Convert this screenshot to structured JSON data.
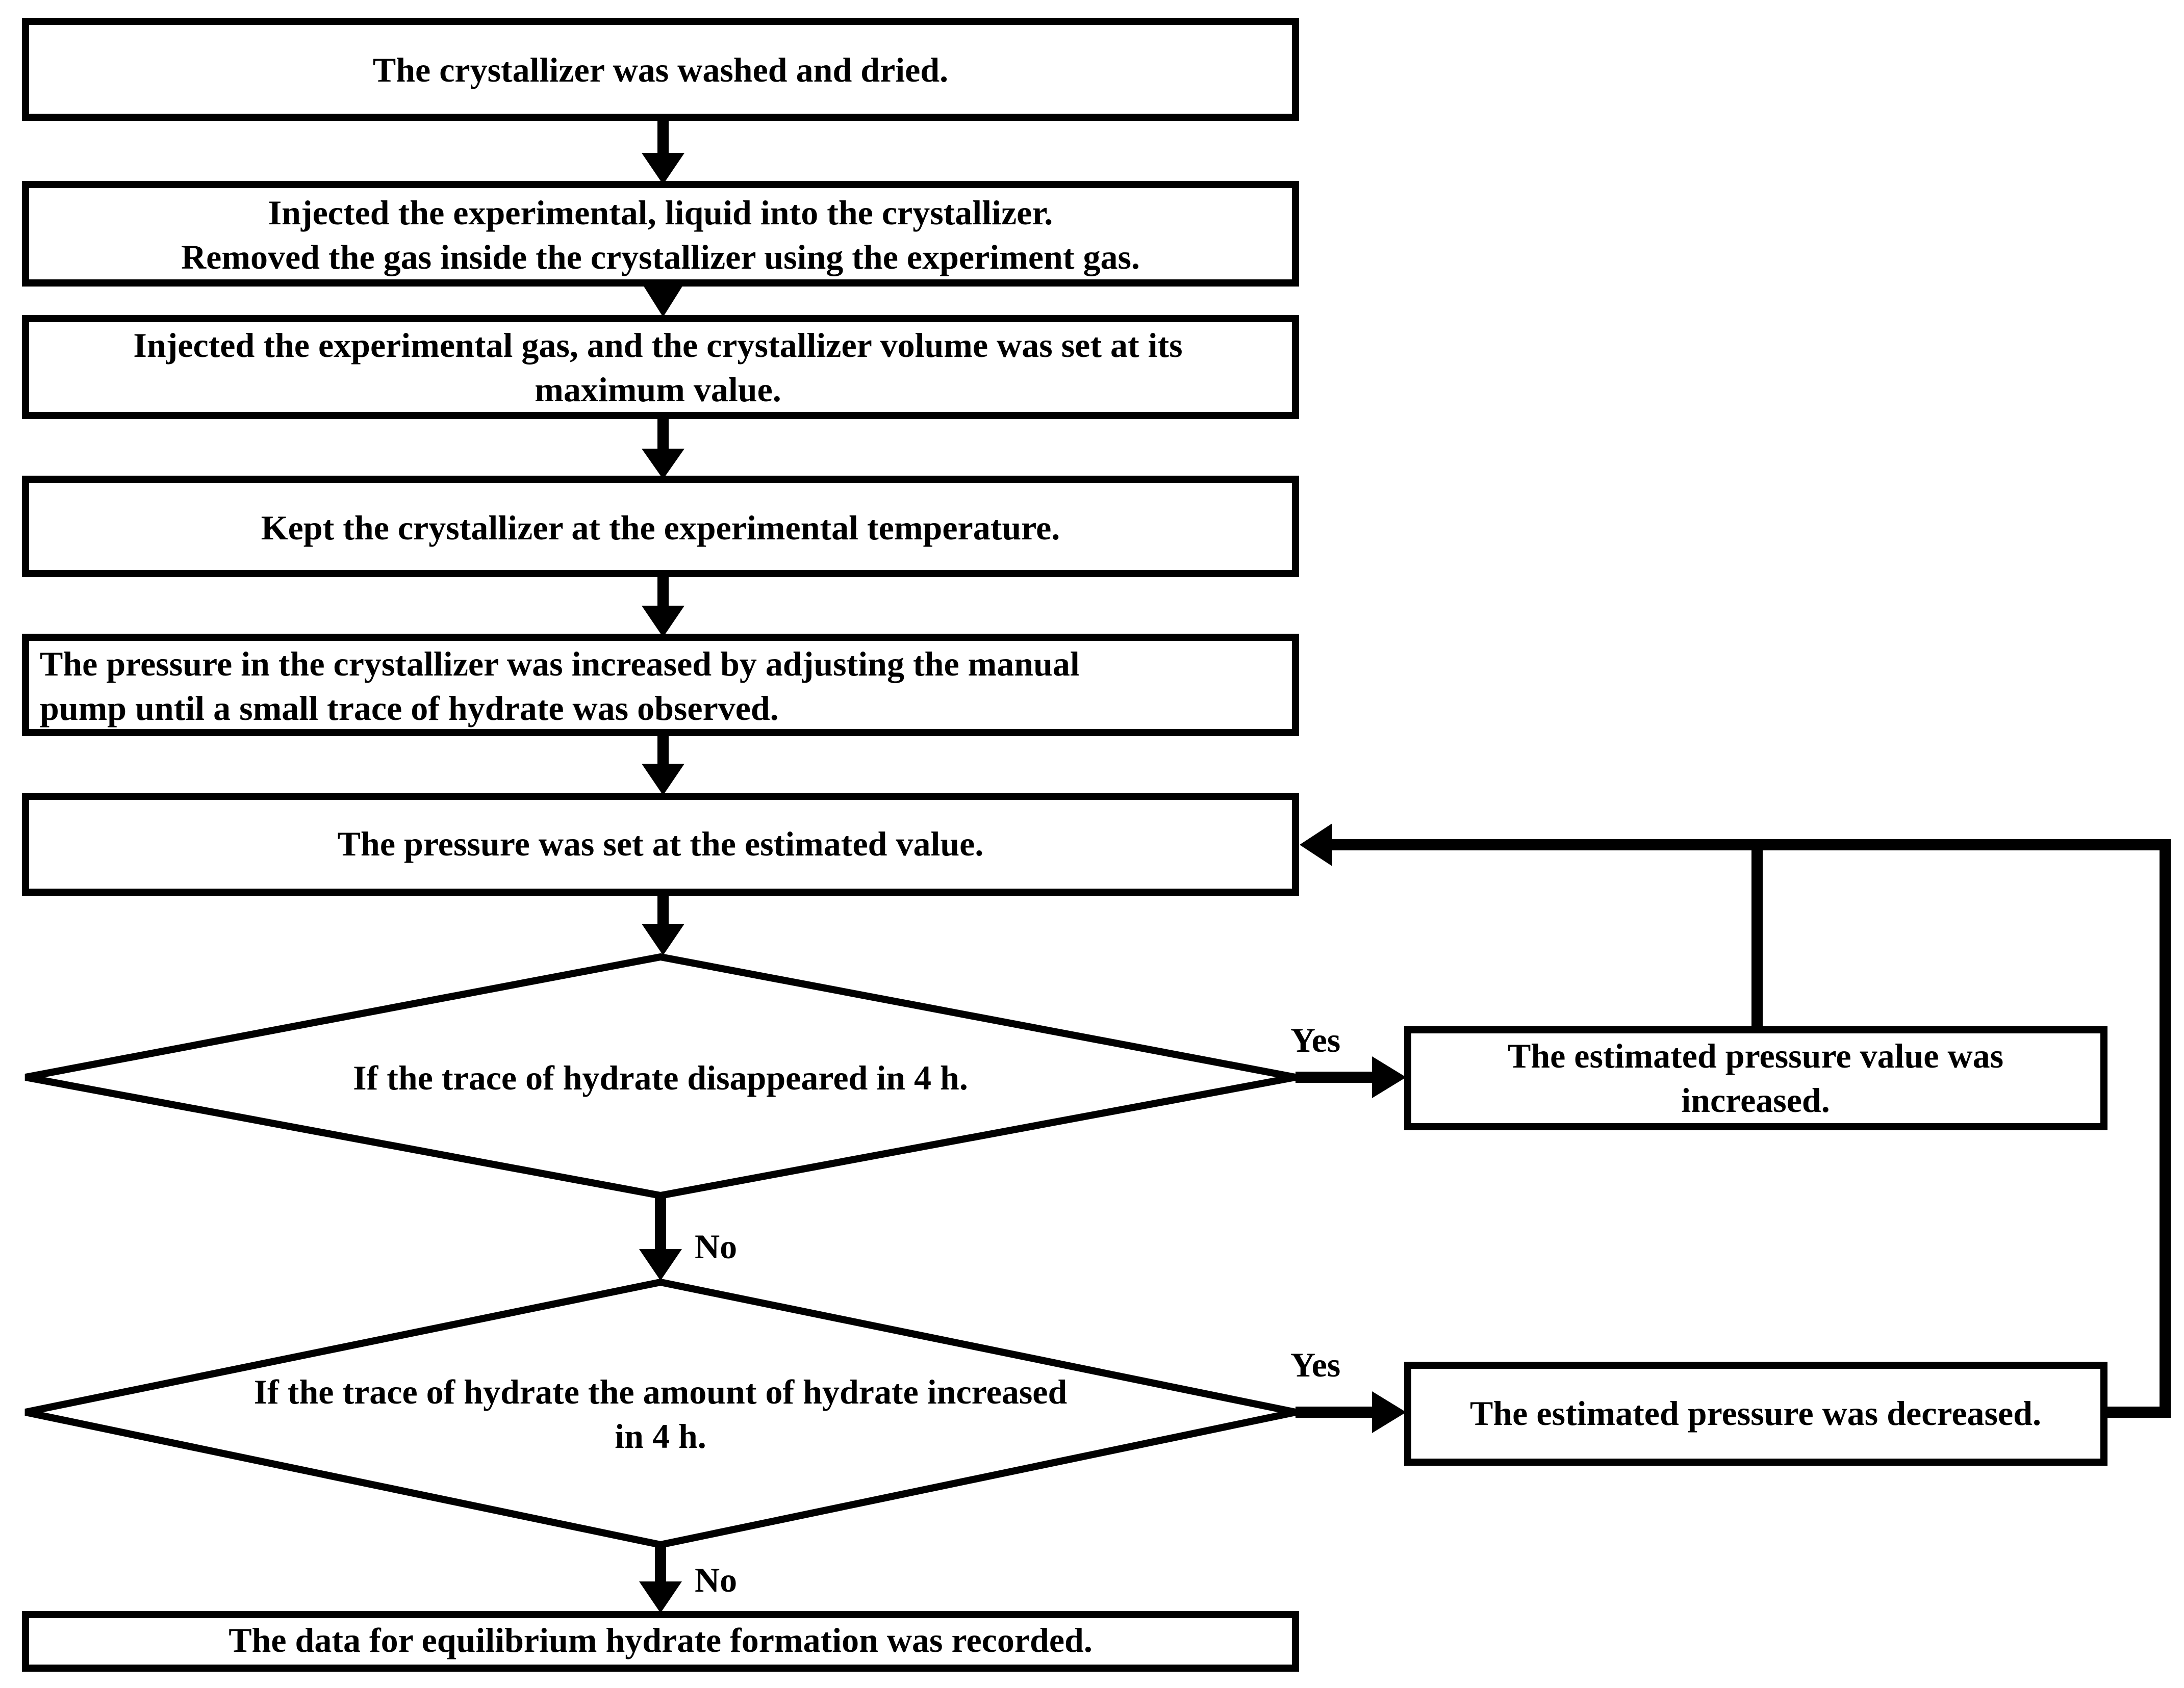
{
  "steps": {
    "wash": "The crystallizer was washed and dried.",
    "inject_liquid_line1": "Injected the experimental, liquid into the crystallizer.",
    "inject_liquid_line2": "Removed the gas inside the crystallizer using the experiment gas.",
    "inject_gas_line1": "Injected the experimental gas, and the crystallizer volume was set at its",
    "inject_gas_line2": "maximum value.",
    "keep_temp": "Kept the crystallizer at the experimental temperature.",
    "increase_pressure_line1": "The pressure in the crystallizer was increased  by adjusting the manual",
    "increase_pressure_line2": "pump until a small trace of hydrate was observed.",
    "set_pressure": "The pressure was set at the estimated value.",
    "record": "The data for equilibrium hydrate formation was recorded."
  },
  "decisions": {
    "disappeared": "If the trace of hydrate disappeared in 4 h.",
    "increased_line1": "If the trace of hydrate the amount of hydrate increased",
    "increased_line2": "in 4 h."
  },
  "actions": {
    "pressure_up_line1": "The estimated pressure value was",
    "pressure_up_line2": "increased.",
    "pressure_down": "The estimated  pressure was decreased."
  },
  "branch_labels": {
    "yes_1": "Yes",
    "no_1": "No",
    "yes_2": "Yes",
    "no_2": "No"
  },
  "colors": {
    "stroke": "#000000",
    "background": "#ffffff"
  }
}
